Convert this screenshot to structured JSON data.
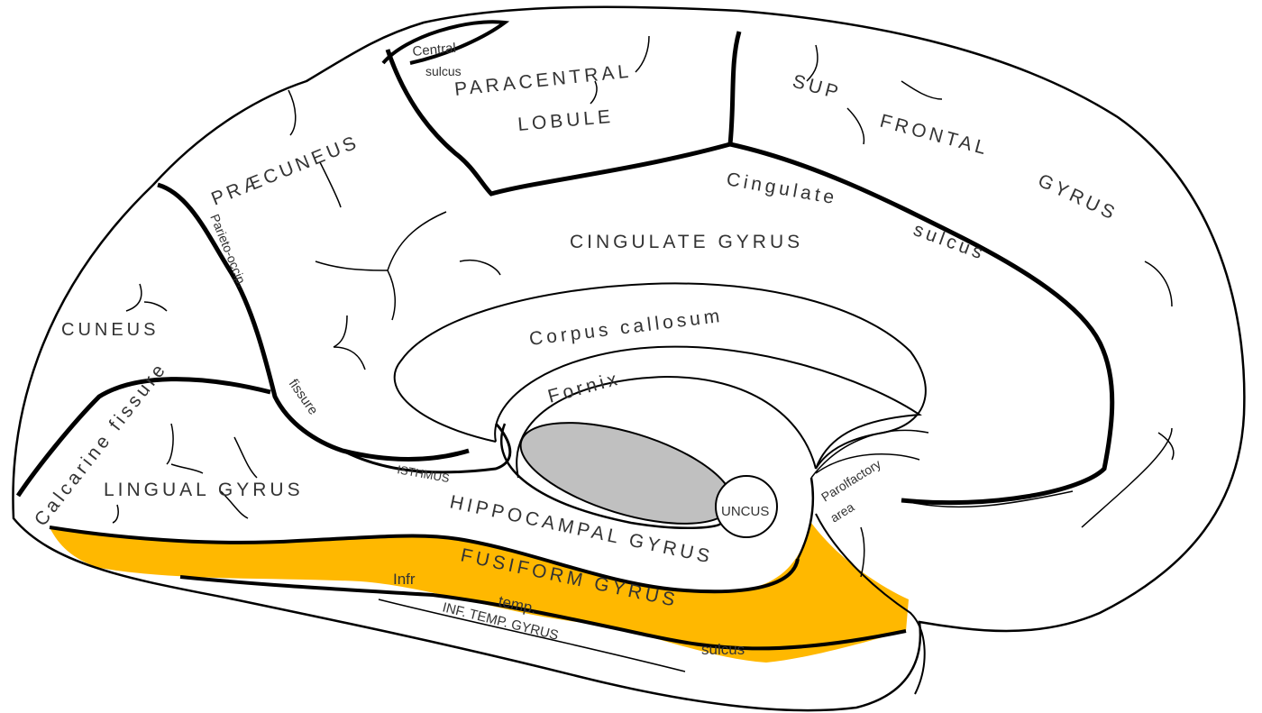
{
  "title": "Medial surface of the cerebral hemisphere - fusiform gyrus highlighted",
  "colors": {
    "highlight": "#FFB800",
    "thalamus": "#C0C0C0",
    "outline": "#000000"
  },
  "labels": {
    "central_sulcus_1": "Central",
    "central_sulcus_2": "sulcus",
    "paracentral_1": "PARACENTRAL",
    "paracentral_2": "LOBULE",
    "sup_frontal_1": "SUP",
    "sup_frontal_2": "FRONTAL",
    "sup_frontal_3": "GYRUS",
    "praecuneus": "PRÆCUNEUS",
    "parieto_occip": "Parieto-occip.",
    "fissure": "fissure",
    "cingulate_sulcus_1": "Cingulate",
    "cingulate_sulcus_2": "sulcus",
    "cingulate_gyrus": "CINGULATE GYRUS",
    "corpus_callosum": "Corpus callosum",
    "fornix": "Fornix",
    "cuneus": "CUNEUS",
    "calcarine_fissure": "Calcarine fissure",
    "lingual_gyrus": "LINGUAL GYRUS",
    "isthmus": "ISTHMUS",
    "hippocampal_gyrus": "HIPPOCAMPAL GYRUS",
    "uncus": "UNCUS",
    "parolfactory_1": "Parolfactory",
    "parolfactory_2": "area",
    "fusiform_gyrus": "FUSIFORM GYRUS",
    "infr_temp_sulcus_1": "Infr",
    "infr_temp_sulcus_2": "temp.",
    "infr_temp_sulcus_3": "sulcus",
    "inf_temp_gyrus": "INF. TEMP. GYRUS"
  }
}
